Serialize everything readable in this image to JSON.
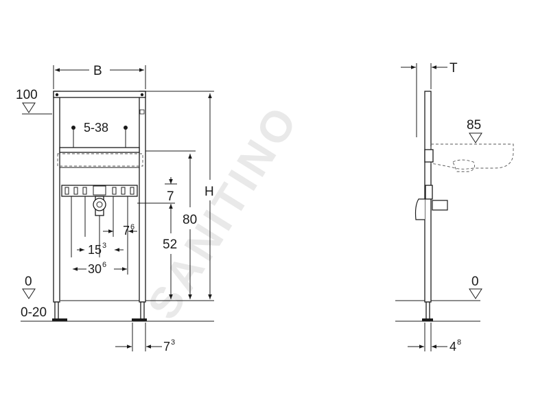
{
  "watermark": "SANITINO",
  "front_view": {
    "width_label": "B",
    "level_top": "100",
    "level_zero": "0",
    "level_range": "0-20",
    "hole_spacing": "5-38",
    "height_label": "H",
    "dim_7": "7",
    "dim_80": "80",
    "dim_52": "52",
    "dim_7_6": {
      "base": "7",
      "sup": "6"
    },
    "dim_15_3": {
      "base": "15",
      "sup": "3"
    },
    "dim_30_6": {
      "base": "30",
      "sup": "6"
    },
    "dim_7_3": {
      "base": "7",
      "sup": "3"
    }
  },
  "side_view": {
    "depth_label": "T",
    "level_85": "85",
    "level_zero": "0",
    "dim_4_8": {
      "base": "4",
      "sup": "8"
    }
  }
}
